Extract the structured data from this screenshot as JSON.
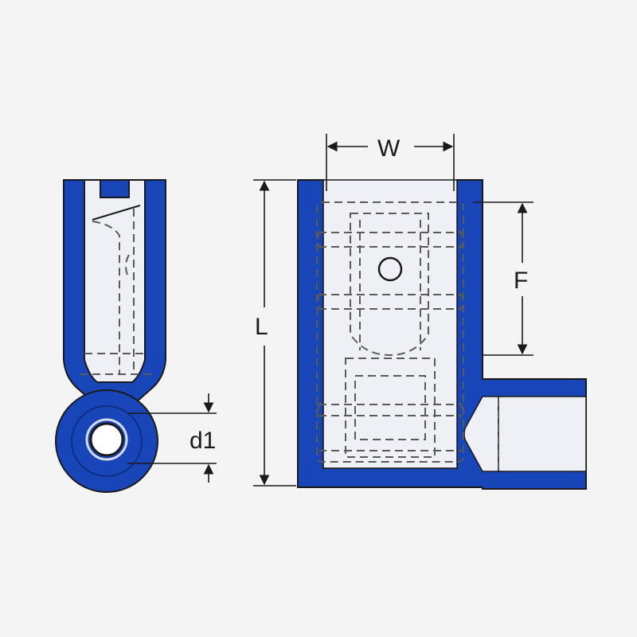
{
  "diagram": {
    "labels": {
      "width": "W",
      "length": "L",
      "depth": "F",
      "hole_diameter": "d1"
    },
    "colors": {
      "background": "#f4f4f4",
      "insulation_blue": "#1846b8",
      "body_light": "#eef0f6",
      "hole_fill": "#ffffff",
      "line": "#1a1a1a",
      "hidden_line": "#5a5a5a"
    }
  }
}
